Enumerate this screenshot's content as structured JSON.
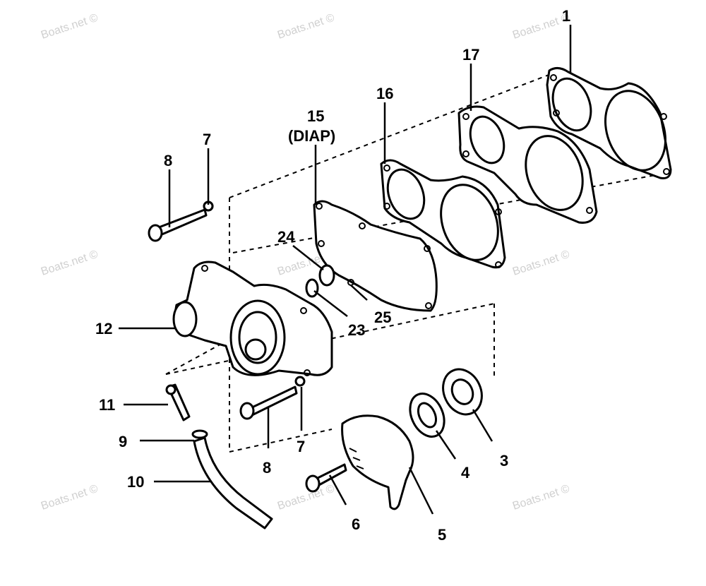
{
  "watermark": "Boats.net ©",
  "callouts": [
    {
      "id": "c1",
      "text": "1"
    },
    {
      "id": "c17",
      "text": "17"
    },
    {
      "id": "c16",
      "text": "16"
    },
    {
      "id": "c15",
      "text": "15"
    },
    {
      "id": "c15b",
      "text": "(DIAP)"
    },
    {
      "id": "c7a",
      "text": "7"
    },
    {
      "id": "c8a",
      "text": "8"
    },
    {
      "id": "c24",
      "text": "24"
    },
    {
      "id": "c23",
      "text": "23"
    },
    {
      "id": "c25",
      "text": "25"
    },
    {
      "id": "c12",
      "text": "12"
    },
    {
      "id": "c11",
      "text": "11"
    },
    {
      "id": "c9",
      "text": "9"
    },
    {
      "id": "c10",
      "text": "10"
    },
    {
      "id": "c8b",
      "text": "8"
    },
    {
      "id": "c7b",
      "text": "7"
    },
    {
      "id": "c6",
      "text": "6"
    },
    {
      "id": "c5",
      "text": "5"
    },
    {
      "id": "c4",
      "text": "4"
    },
    {
      "id": "c3",
      "text": "3"
    }
  ]
}
